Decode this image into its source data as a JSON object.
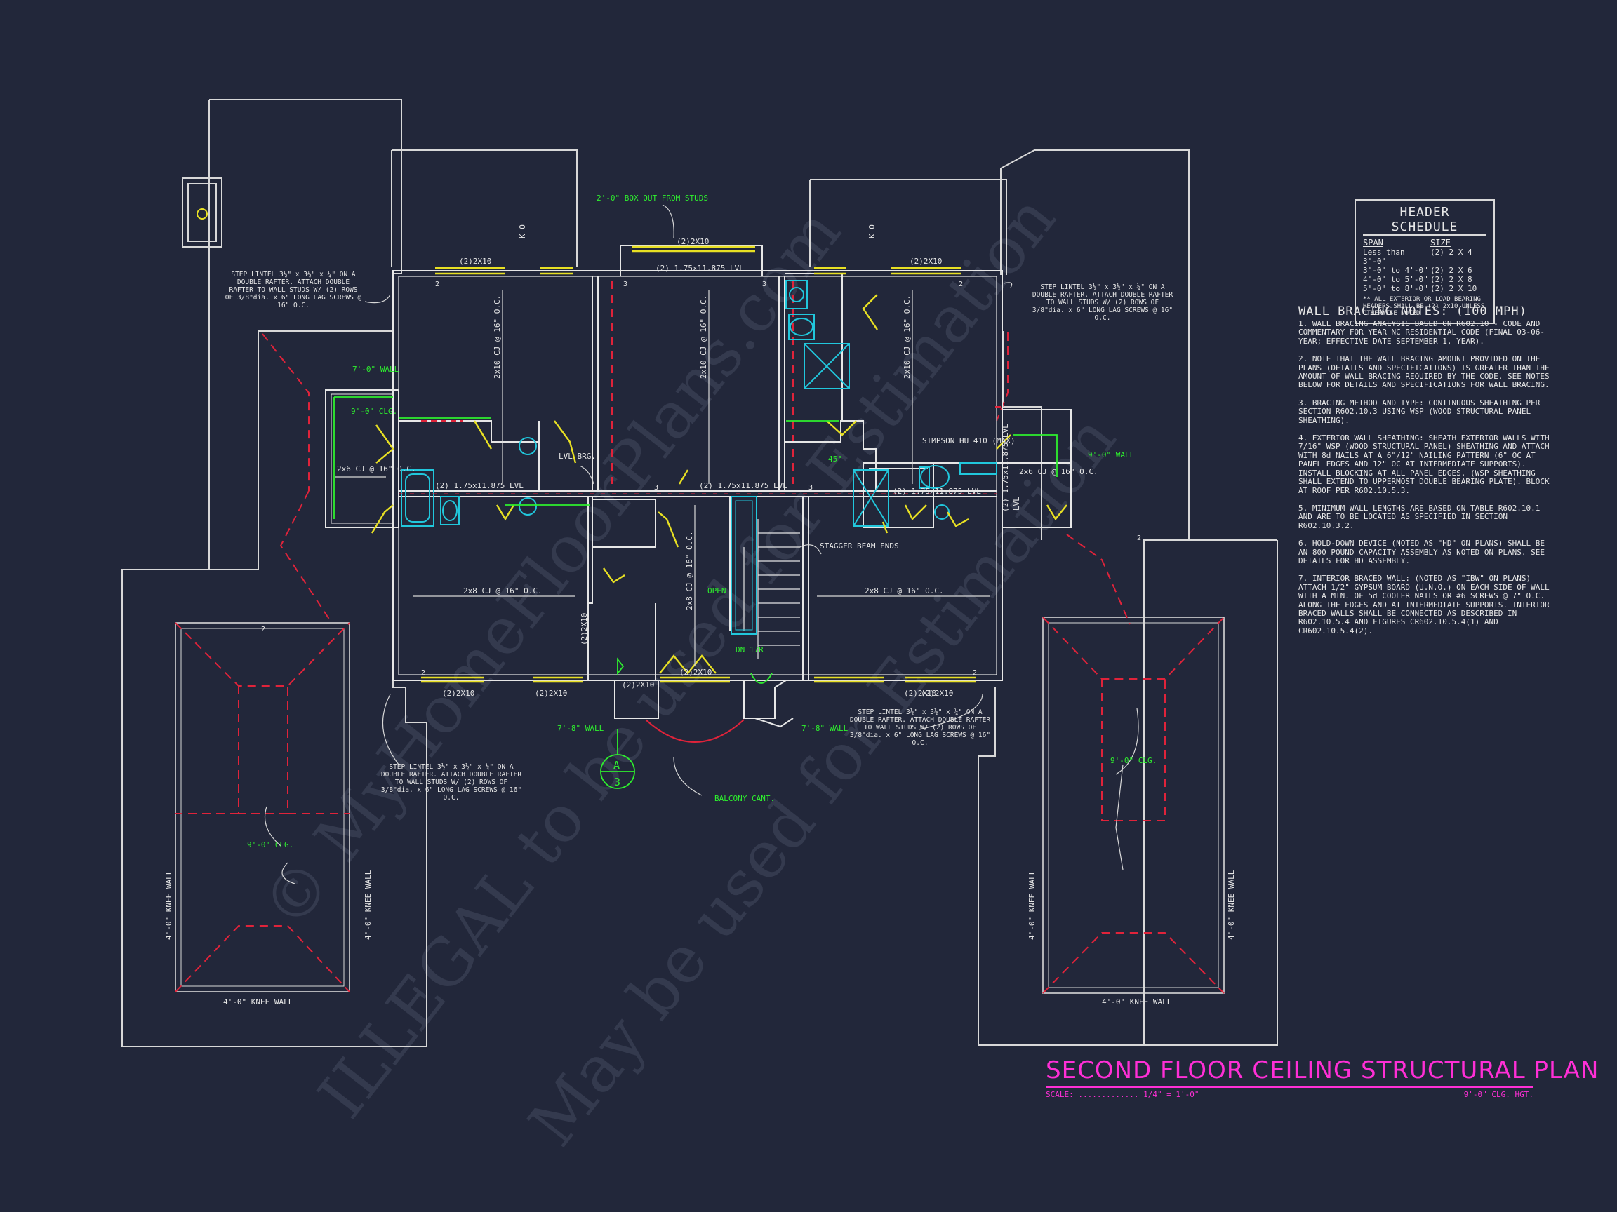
{
  "drawing": {
    "title": "SECOND FLOOR CEILING STRUCTURAL PLAN",
    "scale_label": "SCALE: ............. 1/4\" = 1'-0\"",
    "ceiling_height": "9'-0\" CLG. HGT.",
    "watermark_lines": [
      "© MyHomeFloorPlans.com",
      "ILLEGAL to be used for Estimation",
      "May be used for Estimation"
    ]
  },
  "header_schedule": {
    "title": "HEADER SCHEDULE",
    "col_span": "SPAN",
    "col_size": "SIZE",
    "rows": [
      {
        "span": "Less than 3'-0\"",
        "size": "(2) 2 X 4"
      },
      {
        "span": "3'-0\" to 4'-0\"",
        "size": "(2) 2 X 6"
      },
      {
        "span": "4'-0\" to 5'-0\"",
        "size": "(2) 2 X 8"
      },
      {
        "span": "5'-0\" to 8'-0\"",
        "size": "(2) 2 X 10"
      }
    ],
    "note": "** ALL EXTERIOR OR LOAD BEARING HEADERS SHALL BE (2) 2x10 UNLESS OTHERWISE NOTED"
  },
  "wall_bracing": {
    "title": "WALL BRACING NOTES: (100 MPH)",
    "notes": [
      "1. WALL BRACING ANALYSIS BASED ON R602.10 - CODE AND COMMENTARY FOR YEAR NC RESIDENTIAL CODE (FINAL 03-06-YEAR; EFFECTIVE DATE SEPTEMBER 1, YEAR).",
      "2. NOTE THAT THE WALL BRACING AMOUNT PROVIDED ON THE PLANS (DETAILS AND SPECIFICATIONS) IS GREATER THAN THE AMOUNT OF WALL BRACING REQUIRED BY THE CODE. SEE NOTES BELOW FOR DETAILS AND SPECIFICATIONS FOR WALL BRACING.",
      "3. BRACING METHOD AND TYPE: CONTINUOUS SHEATHING PER SECTION R602.10.3 USING WSP (WOOD STRUCTURAL PANEL SHEATHING).",
      "4. EXTERIOR WALL SHEATHING: SHEATH EXTERIOR WALLS WITH 7/16\" WSP (WOOD STRUCTURAL PANEL) SHEATHING AND ATTACH WITH 8d NAILS AT A 6\"/12\" NAILING PATTERN (6\" OC AT PANEL EDGES AND 12\" OC AT INTERMEDIATE SUPPORTS). INSTALL BLOCKING AT ALL PANEL EDGES. (WSP SHEATHING SHALL EXTEND TO UPPERMOST DOUBLE BEARING PLATE). BLOCK AT ROOF PER R602.10.5.3.",
      "5. MINIMUM WALL LENGTHS ARE BASED ON TABLE R602.10.1 AND ARE TO BE LOCATED AS SPECIFIED IN SECTION R602.10.3.2.",
      "6. HOLD-DOWN DEVICE (NOTED AS \"HD\" ON PLANS) SHALL BE AN 800 POUND CAPACITY ASSEMBLY AS NOTED ON PLANS. SEE DETAILS FOR HD ASSEMBLY.",
      "7. INTERIOR BRACED WALL: (NOTED AS \"IBW\" ON PLANS) ATTACH 1/2\" GYPSUM BOARD (U.N.O.) ON EACH SIDE OF WALL WITH A MIN. OF 5d COOLER NAILS OR #6 SCREWS @ 7\" O.C. ALONG THE EDGES AND AT INTERMEDIATE SUPPORTS. INTERIOR BRACED WALLS SHALL BE CONNECTED AS DESCRIBED IN R602.10.5.4 AND FIGURES CR602.10.5.4(1) AND CR602.10.5.4(2)."
    ]
  },
  "labels": {
    "box_out": "2'-0\" BOX OUT FROM STUDS",
    "h2x10": "(2)2X10",
    "lvl_top": "(2) 1.75x11.875 LVL",
    "lvl_mid": "(2) 1.75x11.875 LVL",
    "lvl_short": "(2) 1.75x11.875 LVL",
    "lvl_vert": "(2) 1.75x11.875 LVL",
    "cj_2x10": "2x10 CJ @ 16\" O.C.",
    "cj_2x8": "2x8 CJ @ 16\" O.C.",
    "cj_2x6": "2x6 CJ @ 16\" O.C.",
    "step_lintel": "STEP LINTEL 3½\" x 3½\" x ¼\" ON A DOUBLE RAFTER. ATTACH DOUBLE RAFTER TO WALL STUDS W/ (2) ROWS OF 3/8\"dia. x 6\" LONG LAG SCREWS @ 16\" O.C.",
    "wall_7_0": "7'-0\" WALL",
    "wall_7_8": "7'-8\" WALL",
    "wall_9_0": "9'-0\" WALL",
    "clg_9_0": "9'-0\" CLG.",
    "knee_wall": "4'-0\" KNEE WALL",
    "lvl_brg": "LVL BRG.",
    "simpson": "SIMPSON HU 410 (MAX)",
    "stagger": "STAGGER BEAM ENDS",
    "open": "OPEN",
    "dn_17r": "DN 17R",
    "deg_45": "45°",
    "balcony": "BALCONY CANT.",
    "lvl": "LVL",
    "sect_a": "A",
    "sect_3": "3",
    "k_o": "K O",
    "num2": "2",
    "num3": "3"
  },
  "colors": {
    "background": "#22273a",
    "wall": "#e6e6e6",
    "dash": "#e0233a",
    "green": "#2ef02e",
    "yellow": "#e8e023",
    "cyan": "#21c7dc",
    "magenta": "#ff2fd6",
    "watermark": "#3a4054"
  }
}
